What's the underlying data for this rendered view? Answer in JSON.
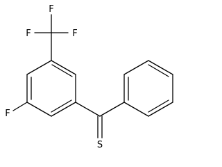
{
  "molecule": {
    "atoms": {
      "trifluoromethyl_f_left": "F",
      "trifluoromethyl_f_top": "F",
      "trifluoromethyl_f_right": "F",
      "ring_fluorine": "F",
      "thione_sulfur": "S"
    },
    "colors": {
      "bond": "#000000",
      "label": "#000000",
      "background": "#ffffff"
    }
  }
}
